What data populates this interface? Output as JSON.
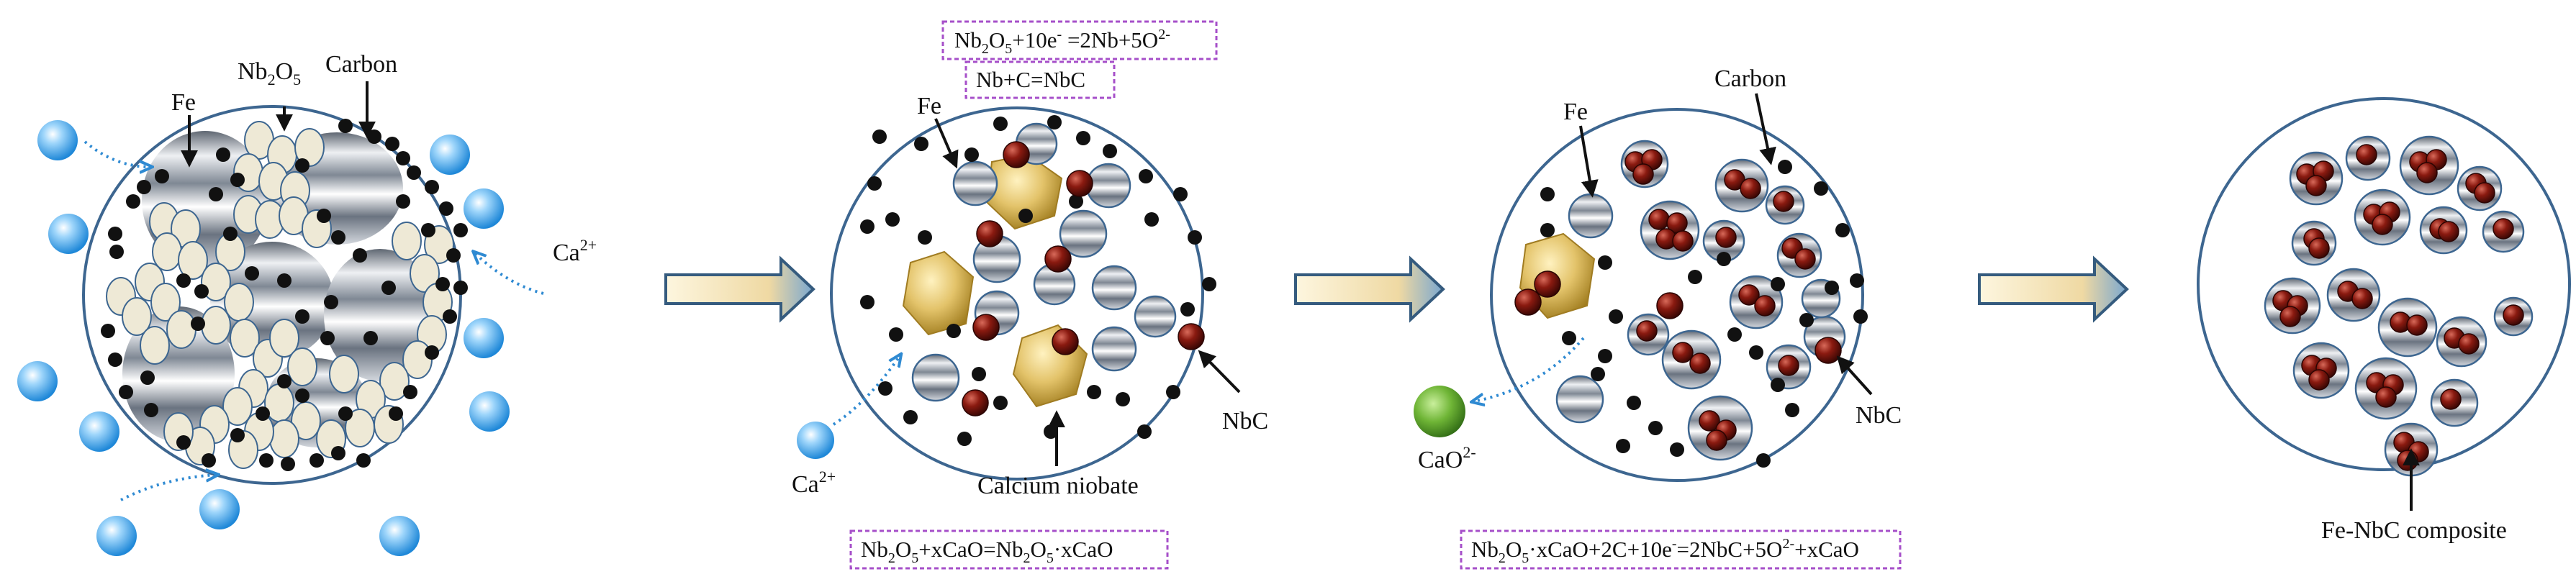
{
  "labels": {
    "fe": "Fe",
    "nb2o5_pre": "Nb",
    "nb2o5_sub": "2",
    "nb2o5_o": "O",
    "nb2o5_sub2": "5",
    "carbon": "Carbon",
    "ca": "Ca",
    "ca_sup": "2+",
    "calcium_niobate": "Calcium niobate",
    "nbc": "NbC",
    "cao": "CaO",
    "cao_sup": "2-",
    "composite": "Fe-NbC composite"
  },
  "equations": {
    "eq1": [
      "Nb",
      "2",
      "O",
      "5",
      "+10e",
      "-",
      " =2Nb+5O",
      "2-"
    ],
    "eq2": "Nb+C=NbC",
    "eq3": [
      "Nb",
      "2",
      "O",
      "5",
      "+xCaO=Nb",
      "2",
      "O",
      "5",
      "·xCaO"
    ],
    "eq4": [
      "Nb",
      "2",
      "O",
      "5",
      "·xCaO+2C+10e",
      "-",
      "=2NbC+5O",
      "2-",
      "+xCaO"
    ]
  },
  "colors": {
    "circle_border": "#3d6690",
    "ion_blue": "#2f9be8",
    "carbon_black": "#111111",
    "nbc_red": "#8a1a10",
    "niobate_gold": "#d4ad3e",
    "cao_green": "#5aa12a",
    "arrow_fill": "#f3e2b8",
    "arrow_stroke": "#355b7e",
    "dotted_arrow": "#2f8ad2",
    "equation_border": "#a64fc9"
  }
}
